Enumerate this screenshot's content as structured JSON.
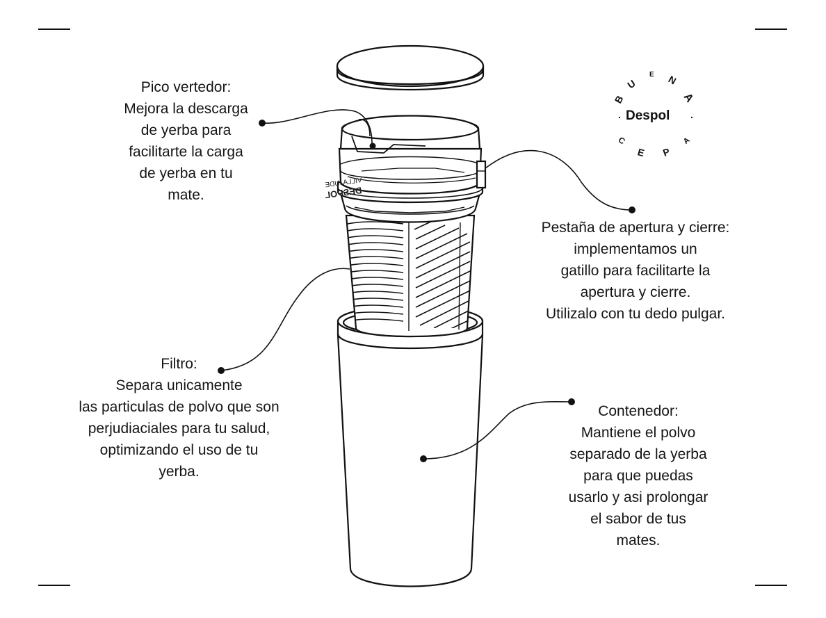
{
  "logo": {
    "arc_letters": [
      "B",
      "U",
      "E",
      "N",
      "A"
    ],
    "bottom_letters": [
      "C",
      "E",
      "P",
      "A"
    ],
    "brand": "Despol",
    "dot": "."
  },
  "filter_engraving": {
    "line1": "DESPOL",
    "line2": "VILLAJUDE"
  },
  "labels": {
    "pico": {
      "title": "Pico vertedor:",
      "lines": [
        "Mejora la descarga",
        "de yerba para",
        "facilitarte la carga",
        "de yerba en tu",
        "mate."
      ]
    },
    "pestana": {
      "title": "Pestaña de apertura y cierre:",
      "lines": [
        "implementamos un",
        "gatillo para facilitarte la",
        "apertura y cierre.",
        "Utilizalo con tu dedo pulgar."
      ]
    },
    "filtro": {
      "title": "Filtro:",
      "lines": [
        "Separa unicamente",
        "las particulas de polvo que son",
        "perjudiaciales para tu salud,",
        "optimizando el uso de tu",
        "yerba."
      ]
    },
    "contenedor": {
      "title": "Contenedor:",
      "lines": [
        "Mantiene el polvo",
        "separado de la yerba",
        "para que puedas",
        "usarlo y asi prolongar",
        "el sabor de tus",
        "mates."
      ]
    }
  },
  "colors": {
    "ink": "#151515",
    "background": "#ffffff"
  }
}
